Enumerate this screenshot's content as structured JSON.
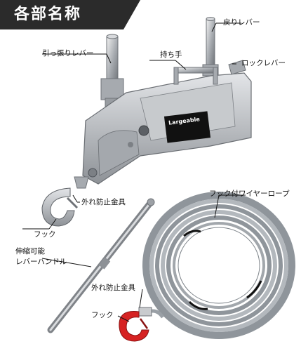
{
  "title": "各部名称",
  "labels": {
    "release_lever": "戻りレバー",
    "pull_lever": "引っ張りレバー",
    "handle": "持ち手",
    "lock_lever": "ロックレバー",
    "latch_top": "外れ防止金具",
    "hook_top": "フック",
    "wire_rope_hook": "フック付ワイヤーロープ",
    "telescopic_handle_1": "伸縮可能",
    "telescopic_handle_2": "レバーハンドル",
    "latch_bottom": "外れ防止金具",
    "hook_bottom": "フック"
  },
  "brand_plate": "Largeable",
  "colors": {
    "banner": "#2b2b2b",
    "body_silver": "#b9bcc0",
    "hook_red": "#d62222",
    "wire": "#9aa0a6"
  }
}
